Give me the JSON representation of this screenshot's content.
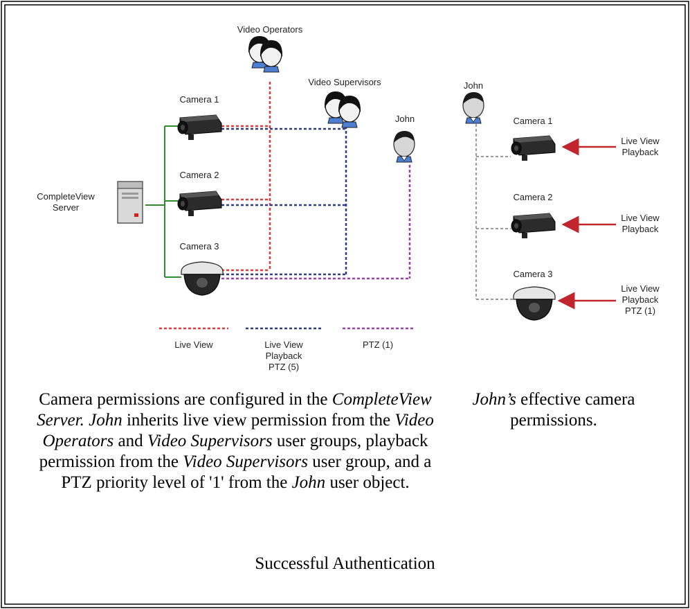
{
  "diagram": {
    "groups": {
      "operators": "Video Operators",
      "supervisors": "Video Supervisors",
      "john": "John"
    },
    "server": "CompleteView\nServer",
    "cameras": [
      "Camera 1",
      "Camera 2",
      "Camera 3"
    ],
    "legend": [
      {
        "color": "#e03a3a",
        "label": "Live View"
      },
      {
        "color": "#2e3a8c",
        "label": "Live View\nPlayback\nPTZ (5)"
      },
      {
        "color": "#9a3db0",
        "label": "PTZ (1)"
      }
    ],
    "effective": {
      "user": "John",
      "cameras": [
        "Camera 1",
        "Camera 2",
        "Camera 3"
      ],
      "permissions": [
        "Live View\nPlayback",
        "Live View\nPlayback",
        "Live View\nPlayback\nPTZ (1)"
      ]
    },
    "colors": {
      "green_link": "#2e8b2e",
      "gray_link": "#9a9a9a",
      "arrow": "#c0262b"
    }
  },
  "captions": {
    "left": {
      "p1": "Camera permissions are configured in the ",
      "i1": "CompleteView Server.",
      "p2": " ",
      "i2": "John",
      "p3": " inherits live view permission from the ",
      "i3": "Video Operators",
      "p4": " and ",
      "i4": "Video Supervisors",
      "p5": " user groups, playback permission from the ",
      "i5": "Video Supervisors",
      "p6": " user group, and a PTZ priority level of '1' from the ",
      "i6": "John",
      "p7": " user object."
    },
    "right": {
      "i1": "John’s",
      "p1": " effective camera permissions."
    },
    "bottom": "Successful Authentication"
  }
}
